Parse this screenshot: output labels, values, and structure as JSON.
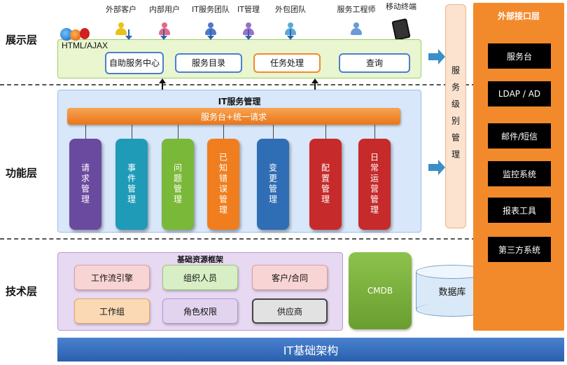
{
  "layers": {
    "presentation": "展示层",
    "function": "功能层",
    "technology": "技术层"
  },
  "users": [
    {
      "label": "外部客户",
      "color": "#e8c21a"
    },
    {
      "label": "内部用户",
      "color": "#e06a8a"
    },
    {
      "label": "IT服务团队",
      "color": "#4f78c7"
    },
    {
      "label": "IT管理",
      "color": "#9a6fc6"
    },
    {
      "label": "外包团队",
      "color": "#5aa9d8"
    },
    {
      "label": "服务工程师",
      "color": "#6a9ad8"
    },
    {
      "label": "移动终端",
      "color": "#333333"
    }
  ],
  "html_ajax": "HTML/AJAX",
  "presentation_boxes": [
    "自助服务中心",
    "服务目录",
    "任务处理",
    "查询"
  ],
  "it_service": {
    "title": "IT服务管理",
    "bar": "服务台+统一请求",
    "pills": [
      {
        "label": "请求管理",
        "color": "#6a4a9e"
      },
      {
        "label": "事件管理",
        "color": "#1f9bb8"
      },
      {
        "label": "问题管理",
        "color": "#7ab83a"
      },
      {
        "label": "已知错误管理",
        "color": "#f07e1e"
      },
      {
        "label": "变更管理",
        "color": "#2f6db5"
      },
      {
        "label": "配置管理",
        "color": "#c62a2a"
      },
      {
        "label": "日常运营管理",
        "color": "#c62a2a"
      }
    ]
  },
  "sla": "服务级别管理",
  "resources": {
    "title": "基础资源框架",
    "boxes": [
      {
        "label": "工作流引擎",
        "bg": "#f9d4d4",
        "border": "#d9a0a0"
      },
      {
        "label": "组织人员",
        "bg": "#d8eec5",
        "border": "#9ec97a"
      },
      {
        "label": "客户/合同",
        "bg": "#f9d4d4",
        "border": "#d9a0a0"
      },
      {
        "label": "工作组",
        "bg": "#fbd9b5",
        "border": "#e0a86a"
      },
      {
        "label": "角色权限",
        "bg": "#e2d4ef",
        "border": "#b49ad4"
      },
      {
        "label": "供应商",
        "bg": "#e2e2e2",
        "border": "#444444"
      }
    ]
  },
  "cmdb": "CMDB",
  "database": "数据库",
  "external": {
    "title": "外部接口层",
    "items": [
      "服务台",
      "LDAP / AD",
      "邮件/短信",
      "监控系统",
      "报表工具",
      "第三方系统"
    ]
  },
  "foundation": "IT基础架构",
  "colors": {
    "presentation_bg": "#e9f6cf",
    "function_bg": "#d8e8fa",
    "resources_bg": "#e8d9f3",
    "orange": "#f28a2c",
    "foundation": "#2e67b8",
    "cmdb": "#79ac3d"
  }
}
